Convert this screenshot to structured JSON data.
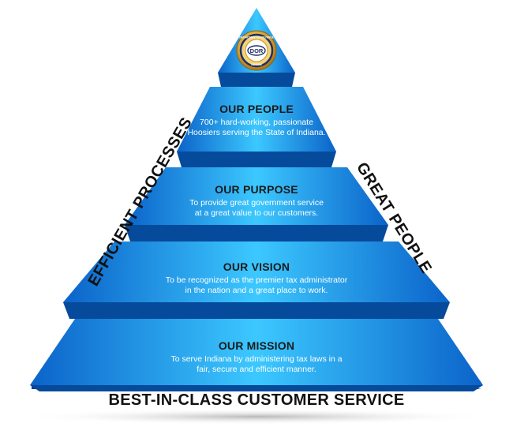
{
  "seal": {
    "top_text": "DEPARTMENT OF REVENUE",
    "center_text": "DOR",
    "bottom_text": "INDIANA"
  },
  "tiers": [
    {
      "title": "OUR PEOPLE",
      "lines": [
        "700+ hard-working, passionate",
        "Hoosiers serving the State of Indiana."
      ]
    },
    {
      "title": "OUR PURPOSE",
      "lines": [
        "To provide great government service",
        "at a great value to our customers."
      ]
    },
    {
      "title": "OUR VISION",
      "lines": [
        "To be recognized as the premier tax administrator",
        "in the nation and a great place to work."
      ]
    },
    {
      "title": "OUR MISSION",
      "lines": [
        "To serve Indiana by administering tax laws in a",
        "fair, secure and efficient manner."
      ]
    }
  ],
  "left_label": "EFFICIENT PROCESSES",
  "right_label": "GREAT PEOPLE",
  "bottom_label": "BEST-IN-CLASS CUSTOMER SERVICE",
  "colors": {
    "tier_light": "#35c6ff",
    "tier_mid": "#0f93ee",
    "tier_dark": "#0a5fc4",
    "tier_edge": "#064a9c",
    "seal_gold": "#d9a62e",
    "seal_navy": "#1d2f6b"
  }
}
